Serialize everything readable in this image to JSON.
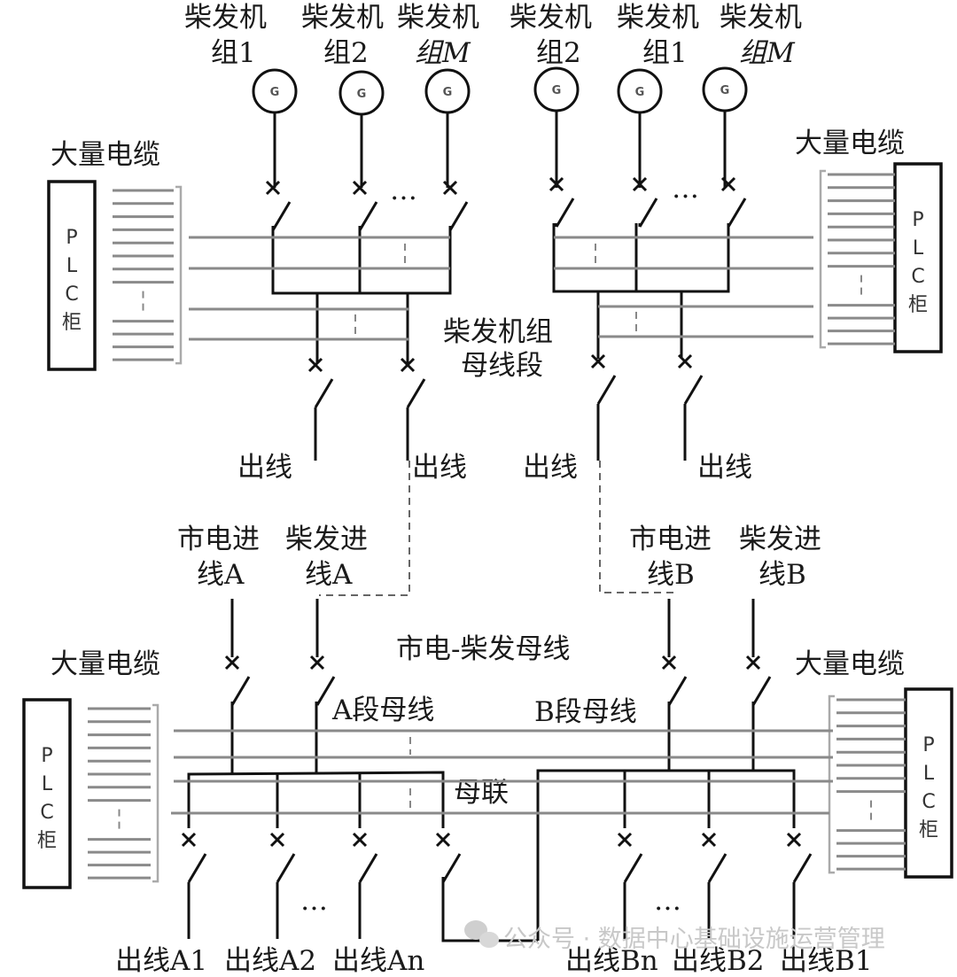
{
  "diagram": {
    "top_section": {
      "generators_left": [
        {
          "label_line1": "柴发机",
          "label_line2": "组1",
          "symbol": "G"
        },
        {
          "label_line1": "柴发机",
          "label_line2": "组2",
          "symbol": "G"
        },
        {
          "label_line1": "柴发机",
          "label_line2": "组M",
          "symbol": "G"
        }
      ],
      "generators_right": [
        {
          "label_line1": "柴发机",
          "label_line2": "组2",
          "symbol": "G"
        },
        {
          "label_line1": "柴发机",
          "label_line2": "组1",
          "symbol": "G"
        },
        {
          "label_line1": "柴发机",
          "label_line2": "组M",
          "symbol": "G"
        }
      ],
      "bus_label_line1": "柴发机组",
      "bus_label_line2": "母线段",
      "outputs": [
        "出线",
        "出线",
        "出线",
        "出线"
      ],
      "ellipsis": "…"
    },
    "bottom_section": {
      "incomers_a": [
        {
          "label_line1": "市电进",
          "label_line2": "线A"
        },
        {
          "label_line1": "柴发进",
          "label_line2": "线A"
        }
      ],
      "incomers_b": [
        {
          "label_line1": "市电进",
          "label_line2": "线B"
        },
        {
          "label_line1": "柴发进",
          "label_line2": "线B"
        }
      ],
      "title": "市电-柴发母线",
      "bus_a_label": "A段母线",
      "bus_b_label": "B段母线",
      "coupler_label": "母联",
      "outputs_a": [
        "出线A1",
        "出线A2",
        "出线An"
      ],
      "outputs_b": [
        "出线Bn",
        "出线B2",
        "出线B1"
      ],
      "ellipsis": "…"
    },
    "plc_cabinets": [
      {
        "cable_label": "大量电缆",
        "text": [
          "P",
          "L",
          "C",
          "柜"
        ]
      },
      {
        "cable_label": "大量电缆",
        "text": [
          "P",
          "L",
          "C",
          "柜"
        ]
      },
      {
        "cable_label": "大量电缆",
        "text": [
          "P",
          "L",
          "C",
          "柜"
        ]
      },
      {
        "cable_label": "大量电缆",
        "text": [
          "P",
          "L",
          "C",
          "柜"
        ]
      }
    ],
    "watermark": "公众号 · 数据中心基础设施运营管理"
  }
}
